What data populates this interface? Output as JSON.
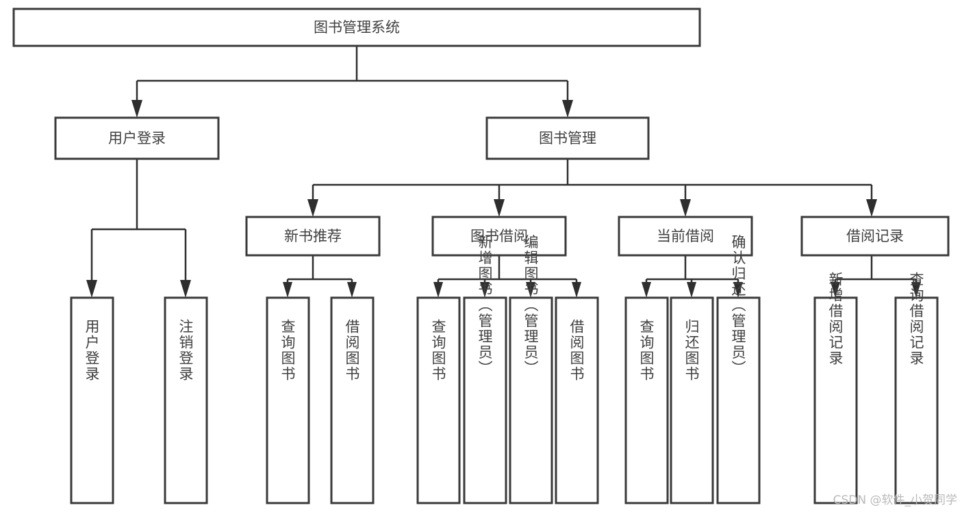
{
  "diagram": {
    "title": "图书管理系统",
    "type": "hierarchy-tree",
    "root": {
      "id": "root",
      "label": "图书管理系统"
    },
    "level2": [
      {
        "id": "user-login",
        "label": "用户登录"
      },
      {
        "id": "book-manage",
        "label": "图书管理"
      }
    ],
    "level3": [
      {
        "id": "new-book-recommend",
        "label": "新书推荐",
        "parent": "book-manage"
      },
      {
        "id": "book-borrow",
        "label": "图书借阅",
        "parent": "book-manage"
      },
      {
        "id": "current-borrow",
        "label": "当前借阅",
        "parent": "book-manage"
      },
      {
        "id": "borrow-record",
        "label": "借阅记录",
        "parent": "book-manage"
      }
    ],
    "leaves": [
      {
        "id": "leaf-user-login",
        "label": "用户登录",
        "parent": "user-login"
      },
      {
        "id": "leaf-logout",
        "label": "注销登录",
        "parent": "user-login"
      },
      {
        "id": "leaf-query-book-1",
        "label": "查询图书",
        "parent": "new-book-recommend"
      },
      {
        "id": "leaf-borrow-book-1",
        "label": "借阅图书",
        "parent": "new-book-recommend"
      },
      {
        "id": "leaf-query-book-2",
        "label": "查询图书",
        "parent": "book-borrow"
      },
      {
        "id": "leaf-add-book",
        "label": "新增图书（管理员）",
        "parent": "book-borrow"
      },
      {
        "id": "leaf-edit-book",
        "label": "编辑图书（管理员）",
        "parent": "book-borrow"
      },
      {
        "id": "leaf-borrow-book-2",
        "label": "借阅图书",
        "parent": "book-borrow"
      },
      {
        "id": "leaf-query-book-3",
        "label": "查询图书",
        "parent": "current-borrow"
      },
      {
        "id": "leaf-return-book",
        "label": "归还图书",
        "parent": "current-borrow"
      },
      {
        "id": "leaf-confirm-return",
        "label": "确认归还（管理员）",
        "parent": "current-borrow"
      },
      {
        "id": "leaf-add-record",
        "label": "新增借阅记录",
        "parent": "borrow-record"
      },
      {
        "id": "leaf-query-record",
        "label": "查询借阅记录",
        "parent": "borrow-record"
      }
    ],
    "colors": {
      "box_stroke": "#3a3a3a",
      "box_fill": "#ffffff",
      "connector": "#2e2e2e",
      "text": "#3f3f3f",
      "watermark": "#b9b9b9",
      "background": "#ffffff"
    }
  },
  "watermark": {
    "text": "CSDN @软件_小贺同学"
  }
}
